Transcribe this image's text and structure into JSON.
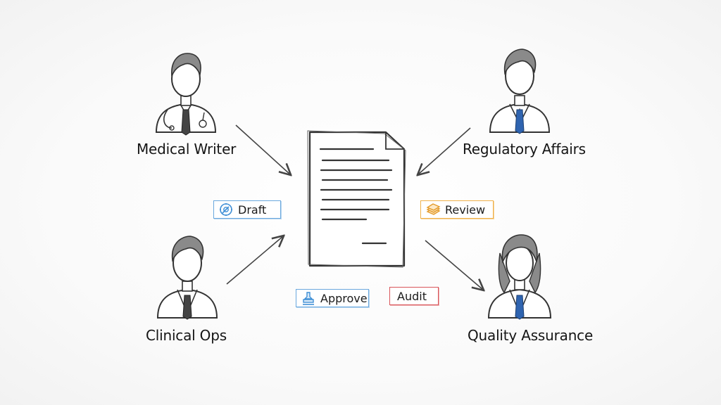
{
  "roles": {
    "medical_writer": "Medical Writer",
    "regulatory_affairs": "Regulatory Affairs",
    "clinical_ops": "Clinical Ops",
    "quality_assurance": "Quality Assurance"
  },
  "stages": {
    "draft": "Draft",
    "review": "Review",
    "approve": "Approve",
    "audit": "Audit"
  },
  "colors": {
    "draft": "#6aa8de",
    "review": "#f0b14a",
    "approve": "#6aa8de",
    "audit": "#d9555a",
    "tie_blue": "#2f64b0"
  },
  "icons": {
    "draft": "gear-pencil-icon",
    "review": "stack-of-papers-icon",
    "approve": "stamp-icon"
  }
}
